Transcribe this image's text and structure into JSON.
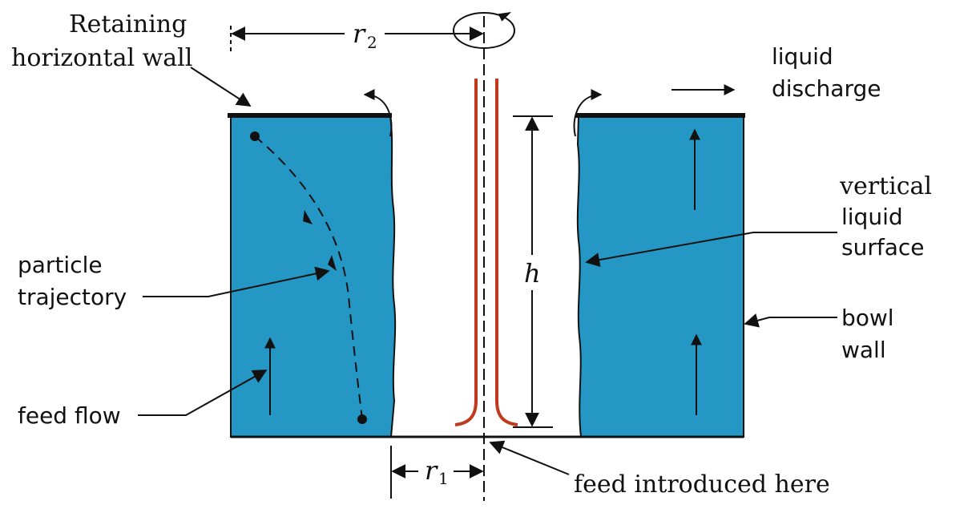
{
  "labels": {
    "retaining_wall_line1": "Retaining",
    "retaining_wall_line2": "horizontal wall",
    "liquid_discharge_line1": "liquid",
    "liquid_discharge_line2": "discharge",
    "vertical_surface_line1": "vertical",
    "vertical_surface_line2": "liquid",
    "vertical_surface_line3": "surface",
    "particle_trajectory_line1": "particle",
    "particle_trajectory_line2": "trajectory",
    "bowl_wall_line1": "bowl",
    "bowl_wall_line2": "wall",
    "feed_flow": "feed flow",
    "feed_introduced": "feed introduced here",
    "r2_symbol": "r",
    "r2_sub": "2",
    "r1_symbol": "r",
    "r1_sub": "1",
    "h_symbol": "h"
  },
  "colors": {
    "liquid": "#2497c4",
    "feed_pipe": "#c0391b",
    "ink": "#111111"
  }
}
